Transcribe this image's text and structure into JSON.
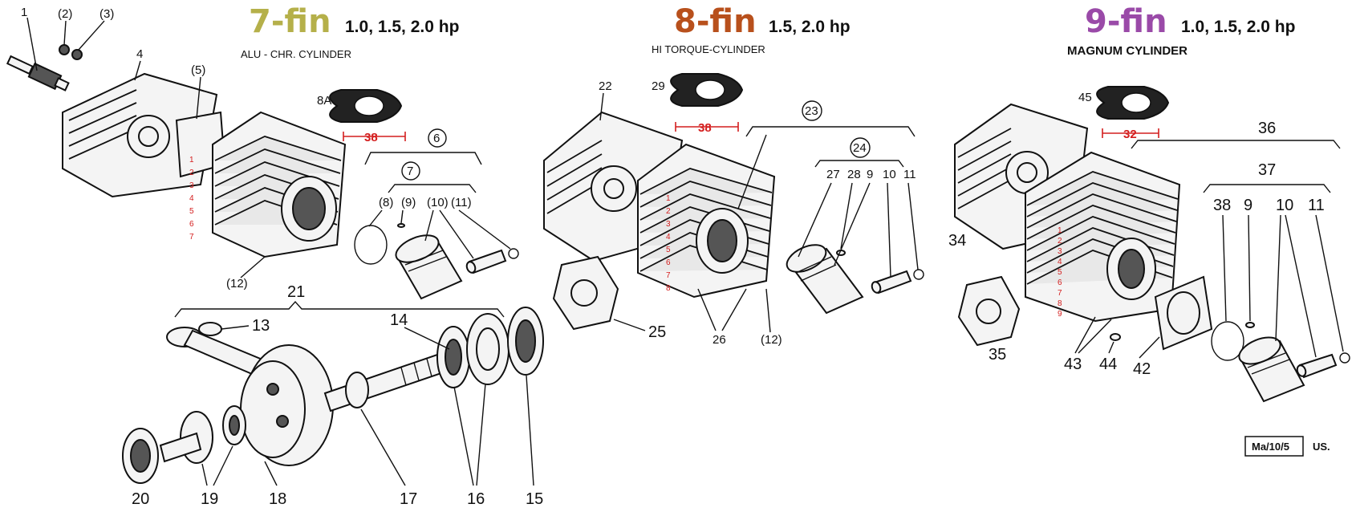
{
  "colors": {
    "seven_fin": "#b5b04a",
    "eight_fin": "#b8501c",
    "nine_fin": "#9a4aa8",
    "measure": "#d41e1e",
    "fin_numbers": "#d41e1e"
  },
  "sections": [
    {
      "title": "7-fin",
      "hp": "1.0, 1.5, 2.0 hp",
      "subtitle": "ALU - CHR. CYLINDER",
      "gasket_label": "8A",
      "measure": "38",
      "fin_numbers": [
        "1",
        "2",
        "3",
        "4",
        "5",
        "6",
        "7"
      ]
    },
    {
      "title": "8-fin",
      "hp": "1.5, 2.0 hp",
      "subtitle": "HI TORQUE-CYLINDER",
      "gasket_label": "29",
      "measure": "38",
      "fin_numbers": [
        "1",
        "2",
        "3",
        "4",
        "5",
        "6",
        "7",
        "8"
      ]
    },
    {
      "title": "9-fin",
      "hp": "1.0, 1.5, 2.0 hp",
      "subtitle": "MAGNUM CYLINDER",
      "gasket_label": "45",
      "measure": "32",
      "fin_numbers": [
        "1",
        "2",
        "3",
        "4",
        "5",
        "6",
        "7",
        "8",
        "9"
      ]
    }
  ],
  "callouts": {
    "c1": "1",
    "c2": "(2)",
    "c3": "(3)",
    "c4": "4",
    "c5": "(5)",
    "c6": "6",
    "c7": "7",
    "c8": "(8)",
    "c9": "(9)",
    "c10": "(10)",
    "c11": "(11)",
    "c12a": "(12)",
    "c13": "13",
    "c14": "14",
    "c15": "15",
    "c16": "16",
    "c17": "17",
    "c18": "18",
    "c19": "19",
    "c20": "20",
    "c21": "21",
    "c22": "22",
    "c23": "23",
    "c24": "24",
    "c25": "25",
    "c26": "26",
    "c27": "27",
    "c28": "28",
    "c9b": "9",
    "c10b": "10",
    "c11b": "11",
    "c12b": "(12)",
    "c34": "34",
    "c35": "35",
    "c36": "36",
    "c37": "37",
    "c38": "38",
    "c9c": "9",
    "c10c": "10",
    "c11c": "11",
    "c42": "42",
    "c43": "43",
    "c44": "44"
  },
  "footer": {
    "code": "Ma/10/5",
    "region": "US."
  }
}
